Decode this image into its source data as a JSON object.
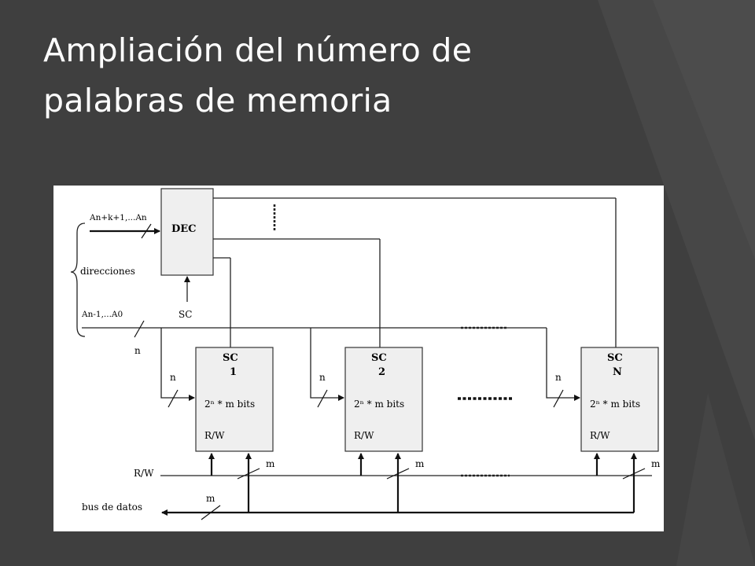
{
  "slide": {
    "title_line1": "Ampliación del número de",
    "title_line2": "palabras de memoria",
    "background_color": "#3f3f3f",
    "title_color": "#ffffff"
  },
  "diagram": {
    "decoder_label": "DEC",
    "decoder_input_bus": "An+k+1,...An",
    "address_label": "direcciones",
    "low_address_bus": "An-1,...A0",
    "select_input": "SC",
    "address_width": "n",
    "data_width": "m",
    "rw_line_label": "R/W",
    "data_bus_label": "bus de datos",
    "modules": [
      {
        "title": "SC",
        "index": "1",
        "capacity": "2ⁿ * m bits",
        "rw": "R/W",
        "n_label": "n",
        "m_label": "m"
      },
      {
        "title": "SC",
        "index": "2",
        "capacity": "2ⁿ * m bits",
        "rw": "R/W",
        "n_label": "n",
        "m_label": "m"
      },
      {
        "title": "SC",
        "index": "N",
        "capacity": "2ⁿ * m bits",
        "rw": "R/W",
        "n_label": "n",
        "m_label": "m"
      }
    ]
  }
}
